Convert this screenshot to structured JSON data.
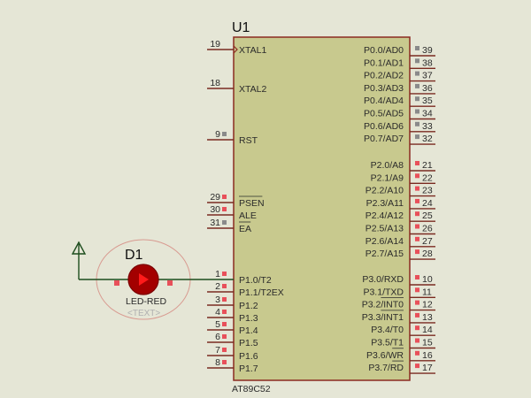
{
  "schematic": {
    "chip": {
      "ref": "U1",
      "part": "AT89C52",
      "body_color": "#c8c98e",
      "outline_color": "#8b2a20",
      "left_pins": [
        {
          "num": "19",
          "label": "XTAL1",
          "marker": "none",
          "clock": true
        },
        {
          "num": "18",
          "label": "XTAL2",
          "marker": "none"
        },
        {
          "num": "9",
          "label": "RST",
          "marker": "gray"
        },
        {
          "num": "29",
          "label": "PSEN",
          "marker": "red",
          "overline": true
        },
        {
          "num": "30",
          "label": "ALE",
          "marker": "red"
        },
        {
          "num": "31",
          "label": "EA",
          "marker": "gray",
          "overline": true
        },
        {
          "num": "1",
          "label": "P1.0/T2",
          "marker": "red",
          "wired": true
        },
        {
          "num": "2",
          "label": "P1.1/T2EX",
          "marker": "red"
        },
        {
          "num": "3",
          "label": "P1.2",
          "marker": "red"
        },
        {
          "num": "4",
          "label": "P1.3",
          "marker": "red"
        },
        {
          "num": "5",
          "label": "P1.4",
          "marker": "red"
        },
        {
          "num": "6",
          "label": "P1.5",
          "marker": "red"
        },
        {
          "num": "7",
          "label": "P1.6",
          "marker": "red"
        },
        {
          "num": "8",
          "label": "P1.7",
          "marker": "red"
        }
      ],
      "right_pins": [
        {
          "num": "39",
          "label": "P0.0/AD0",
          "marker": "gray"
        },
        {
          "num": "38",
          "label": "P0.1/AD1",
          "marker": "gray"
        },
        {
          "num": "37",
          "label": "P0.2/AD2",
          "marker": "gray"
        },
        {
          "num": "36",
          "label": "P0.3/AD3",
          "marker": "gray"
        },
        {
          "num": "35",
          "label": "P0.4/AD4",
          "marker": "gray"
        },
        {
          "num": "34",
          "label": "P0.5/AD5",
          "marker": "gray"
        },
        {
          "num": "33",
          "label": "P0.6/AD6",
          "marker": "gray"
        },
        {
          "num": "32",
          "label": "P0.7/AD7",
          "marker": "gray"
        },
        {
          "num": "21",
          "label": "P2.0/A8",
          "marker": "red"
        },
        {
          "num": "22",
          "label": "P2.1/A9",
          "marker": "red"
        },
        {
          "num": "23",
          "label": "P2.2/A10",
          "marker": "red"
        },
        {
          "num": "24",
          "label": "P2.3/A11",
          "marker": "red"
        },
        {
          "num": "25",
          "label": "P2.4/A12",
          "marker": "red"
        },
        {
          "num": "26",
          "label": "P2.5/A13",
          "marker": "red"
        },
        {
          "num": "27",
          "label": "P2.6/A14",
          "marker": "red"
        },
        {
          "num": "28",
          "label": "P2.7/A15",
          "marker": "red"
        },
        {
          "num": "10",
          "label": "P3.0/RXD",
          "marker": "red"
        },
        {
          "num": "11",
          "label": "P3.1/TXD",
          "marker": "red"
        },
        {
          "num": "12",
          "label": "P3.2/INT0",
          "marker": "red",
          "overline_part": "INT0"
        },
        {
          "num": "13",
          "label": "P3.3/INT1",
          "marker": "red",
          "overline_part": "INT1"
        },
        {
          "num": "14",
          "label": "P3.4/T0",
          "marker": "red"
        },
        {
          "num": "15",
          "label": "P3.5/T1",
          "marker": "red"
        },
        {
          "num": "16",
          "label": "P3.6/WR",
          "marker": "red",
          "overline_part": "WR"
        },
        {
          "num": "17",
          "label": "P3.7/RD",
          "marker": "red",
          "overline_part": "RD"
        }
      ]
    },
    "led": {
      "ref": "D1",
      "part": "LED-RED",
      "text_placeholder": "<TEXT>",
      "state": "on",
      "color": "#a30000"
    },
    "power_terminal": {
      "type": "power-arrow"
    }
  }
}
